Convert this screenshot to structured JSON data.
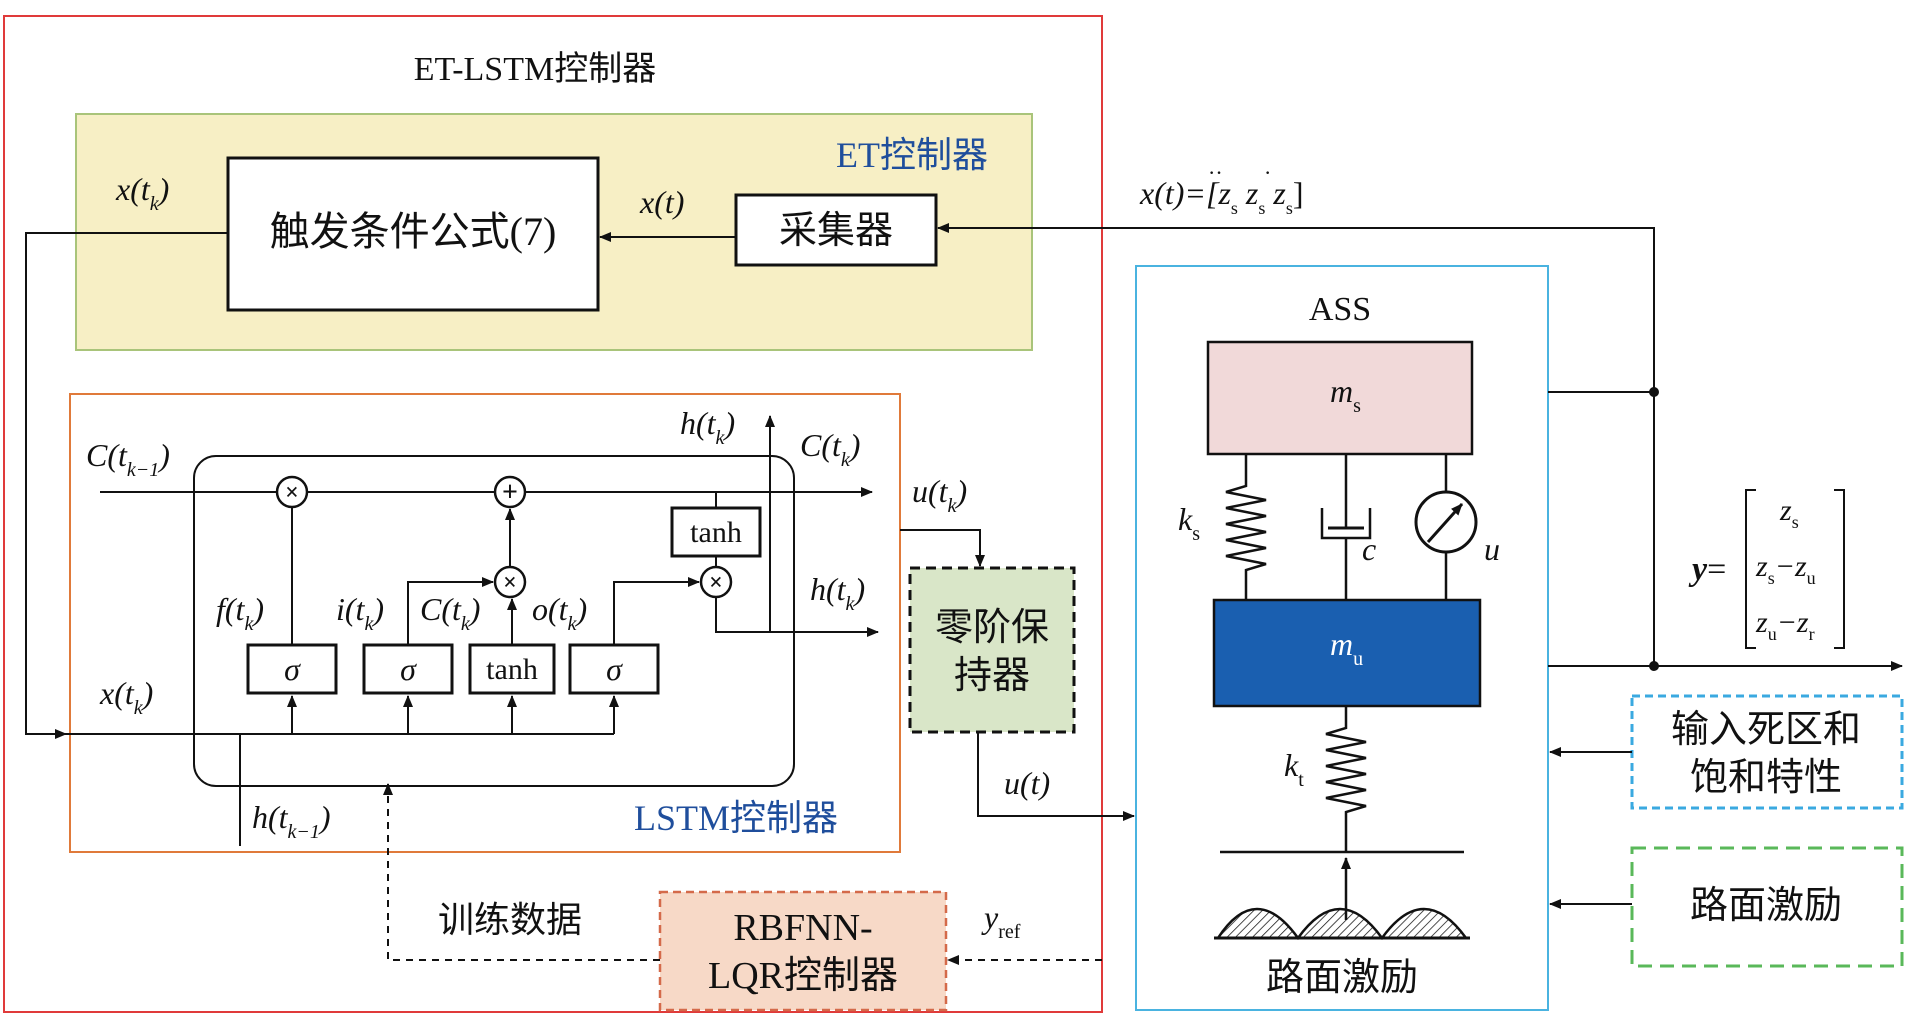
{
  "et_lstm": {
    "title": "ET-LSTM控制器"
  },
  "et": {
    "title": "ET控制器",
    "trigger": "触发条件公式(7)",
    "collector": "采集器",
    "x_tk": "x(t",
    "x_t": "x(t)",
    "k": "k",
    "paren": ")"
  },
  "lstm": {
    "title": "LSTM控制器",
    "sigma": "σ",
    "tanh": "tanh",
    "C": "C(t",
    "h": "h(t",
    "f": "f(t",
    "i": "i(t",
    "o": "o(t",
    "x": "x(t",
    "k": "k",
    "km1": "k−1",
    "paren": ")"
  },
  "zoh": {
    "line1": "零阶保",
    "line2": "持器",
    "u_tk": "u(t",
    "u_t": "u(t)",
    "k": "k",
    "paren": ")"
  },
  "ass": {
    "title": "ASS",
    "ms": "m",
    "mu": "m",
    "s": "s",
    "u_sub": "u",
    "ks": "k",
    "c": "c",
    "u": "u",
    "kt": "k",
    "t_sub": "t",
    "road": "路面激励"
  },
  "state": {
    "label": "x(t)=[",
    "zs": "z",
    "s": "s",
    "close": "]",
    "ddot": "··",
    "dot": "·"
  },
  "output": {
    "y": "y",
    "eq": "=",
    "r1": "z",
    "r2a": "z",
    "r2b": "−z",
    "r3a": "z",
    "r3b": "−z",
    "s": "s",
    "u": "u",
    "r": "r"
  },
  "deadzone": {
    "line1": "输入死区和",
    "line2": "饱和特性"
  },
  "road_box": {
    "label": "路面激励"
  },
  "rbf": {
    "line1": "RBFNN-",
    "line2": "LQR控制器",
    "train": "训练数据",
    "yref": "y",
    "ref": "ref"
  },
  "colors": {
    "et_lstm_border": "#e03a3a",
    "et_bg": "#f7efc5",
    "et_border": "#a9c47a",
    "lstm_border": "#e07a3a",
    "zoh_bg": "#d9e6c8",
    "ass_border": "#4ab3e0",
    "ms_bg": "#f1d9d9",
    "mu_bg": "#1a5fb0",
    "deadzone_border": "#3aa9e0",
    "road_border": "#5ab85a",
    "rbf_bg": "#f7d9c7",
    "rbf_border": "#d46a4a",
    "title_blue": "#1f4e9c"
  }
}
